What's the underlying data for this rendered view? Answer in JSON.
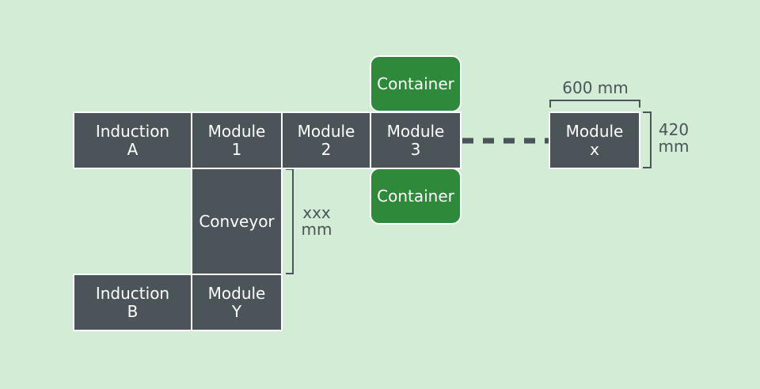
{
  "blocks": {
    "induction_a": {
      "line1": "Induction",
      "line2": "A"
    },
    "module_1": {
      "line1": "Module",
      "line2": "1"
    },
    "module_2": {
      "line1": "Module",
      "line2": "2"
    },
    "module_3": {
      "line1": "Module",
      "line2": "3"
    },
    "module_x": {
      "line1": "Module",
      "line2": "x"
    },
    "conveyor": {
      "label": "Conveyor"
    },
    "induction_b": {
      "line1": "Induction",
      "line2": "B"
    },
    "module_y": {
      "line1": "Module",
      "line2": "Y"
    },
    "container_top": {
      "label": "Container"
    },
    "container_bottom": {
      "label": "Container"
    }
  },
  "dimensions": {
    "module_width": "600 mm",
    "module_height_value": "420",
    "module_height_unit": "mm",
    "conveyor_length_value": "xxx",
    "conveyor_length_unit": "mm"
  },
  "colors": {
    "background": "#d2ecd5",
    "module_fill": "#4b5458",
    "container_fill": "#2e8a3a",
    "outline": "#ffffff"
  }
}
